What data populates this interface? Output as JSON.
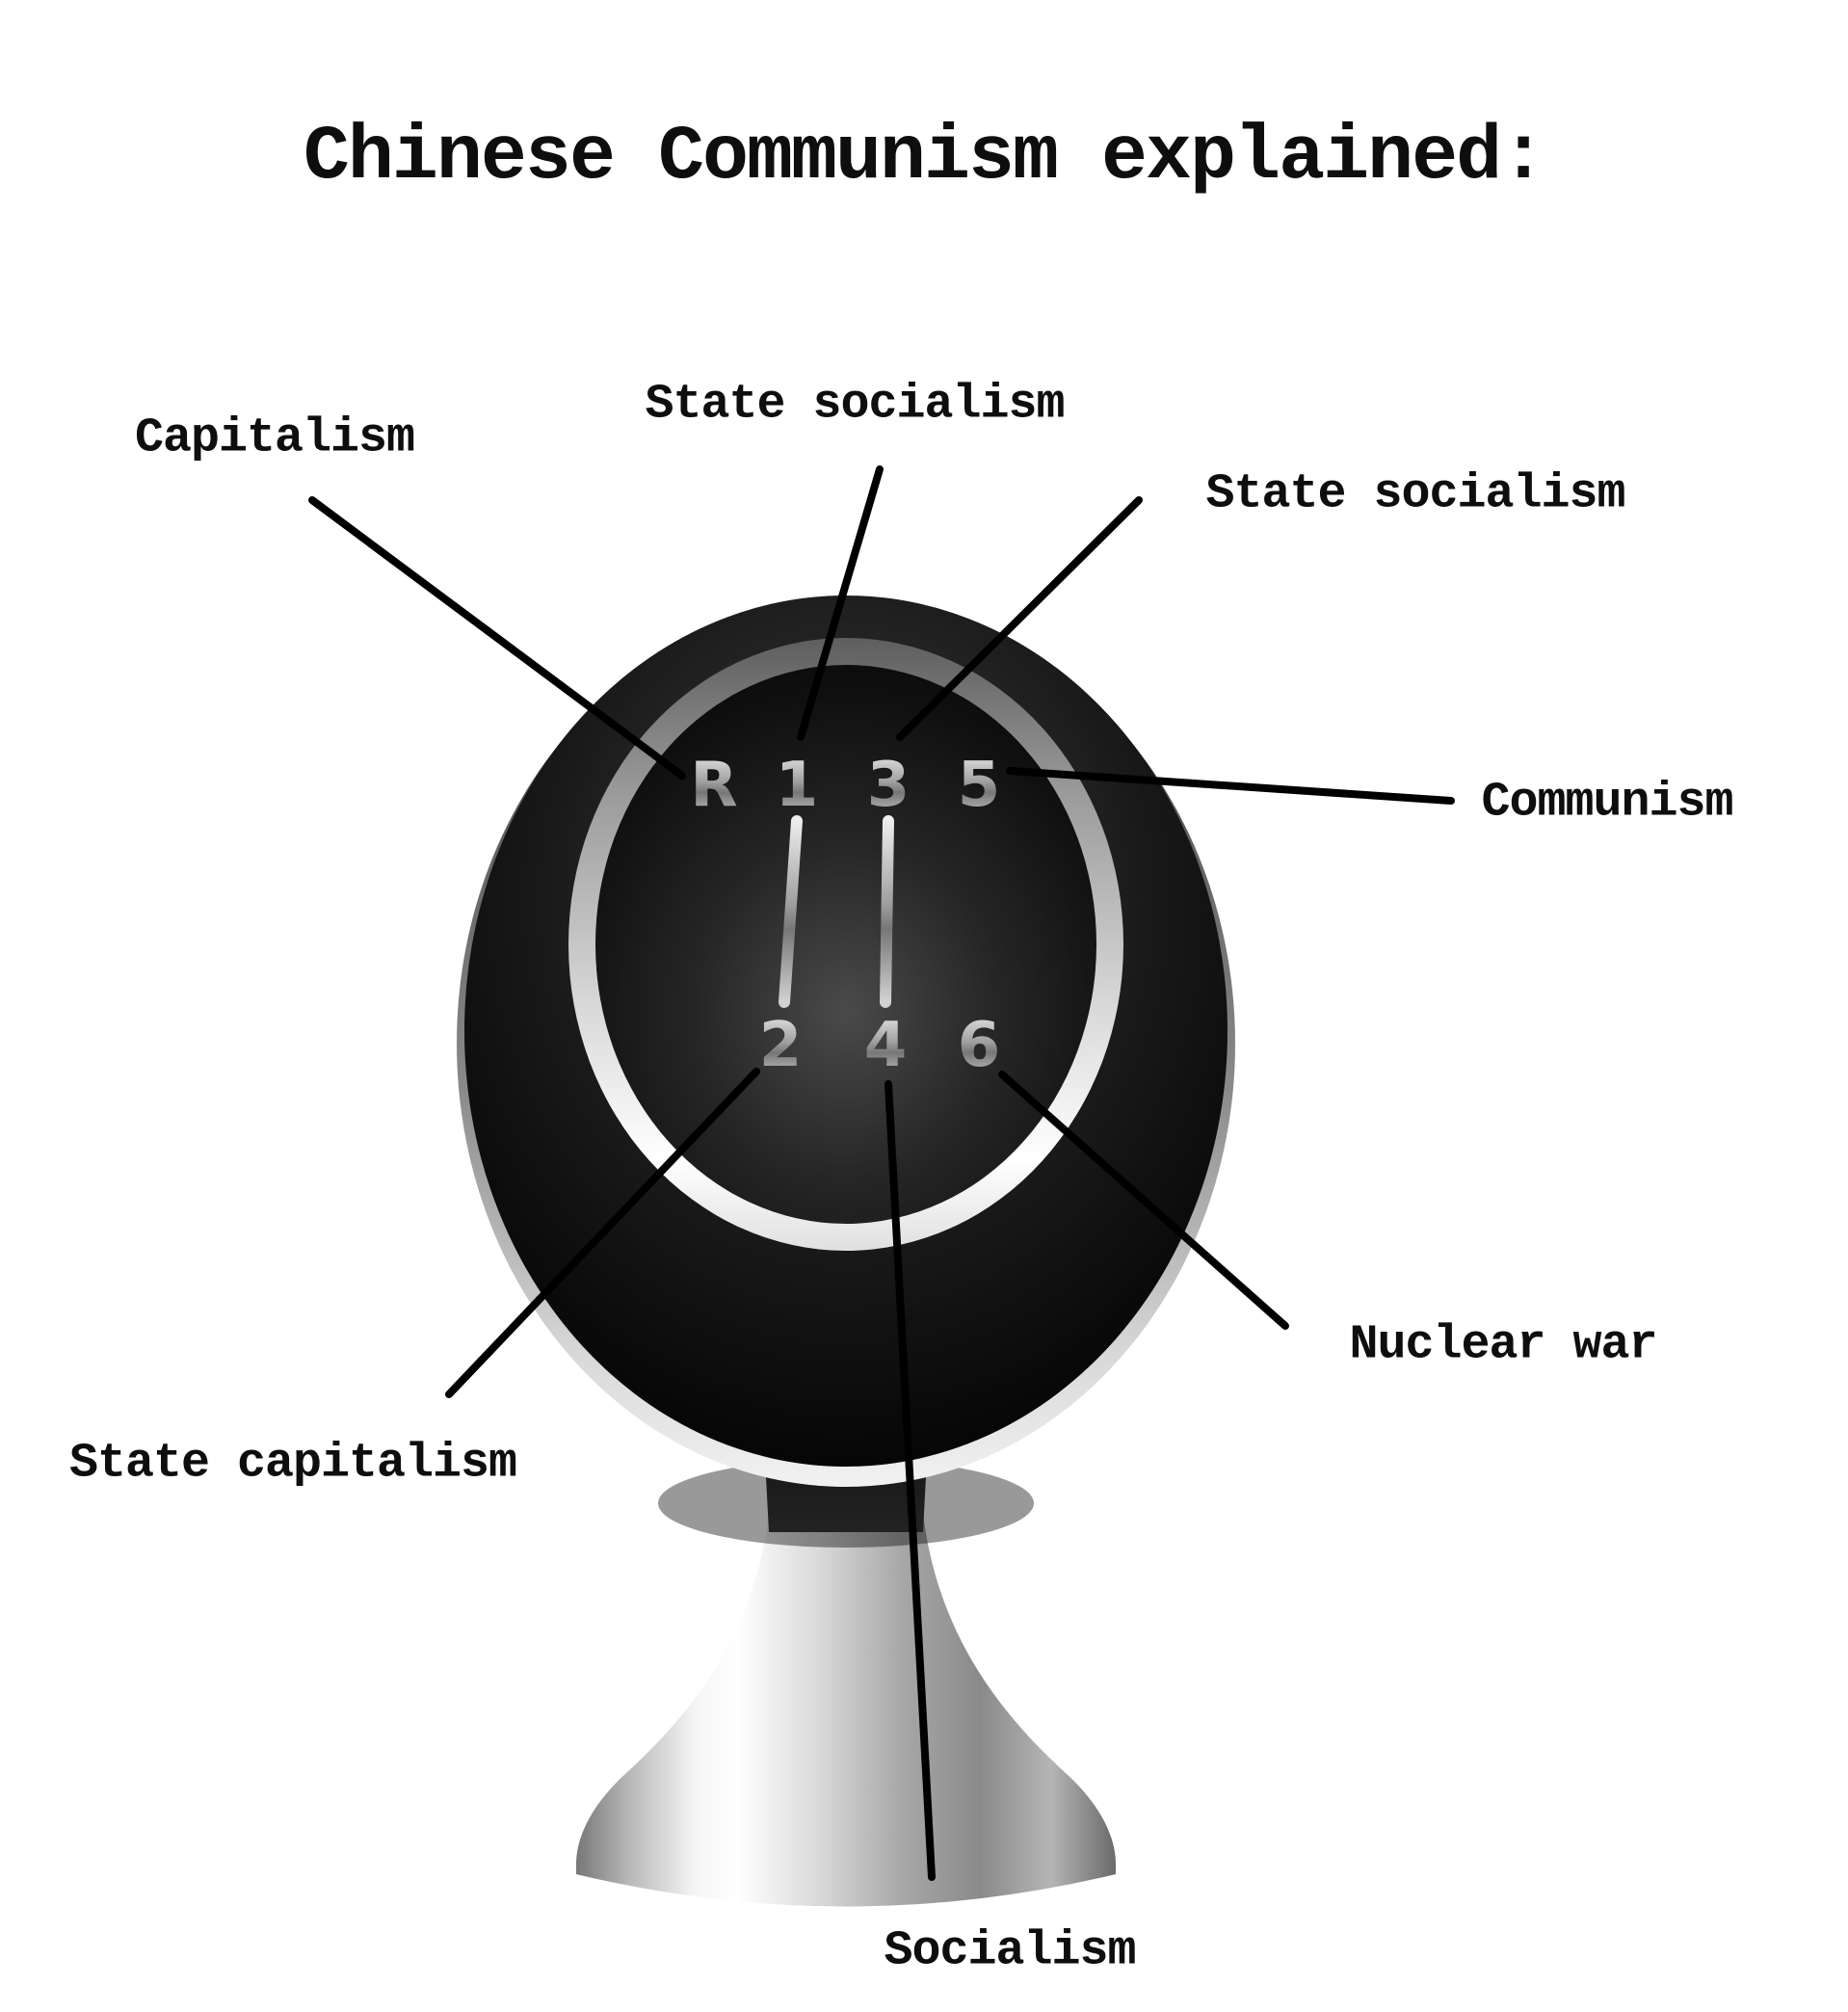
{
  "title": "Chinese Communism explained:",
  "knob": {
    "gear_top_row": [
      "R",
      "1",
      "3",
      "5"
    ],
    "gear_bottom_row": [
      "2",
      "4",
      "6"
    ]
  },
  "annotations": [
    {
      "label": "Capitalism",
      "points_to": "R"
    },
    {
      "label": "State socialism",
      "points_to": "1"
    },
    {
      "label": "State socialism",
      "points_to": "3"
    },
    {
      "label": "Communism",
      "points_to": "5"
    },
    {
      "label": "State capitalism",
      "points_to": "2"
    },
    {
      "label": "Socialism",
      "points_to": "4"
    },
    {
      "label": "Nuclear war",
      "points_to": "6"
    }
  ],
  "colors": {
    "background": "#ffffff",
    "annotation_line": "#000000",
    "text": "#0e0e0e"
  }
}
